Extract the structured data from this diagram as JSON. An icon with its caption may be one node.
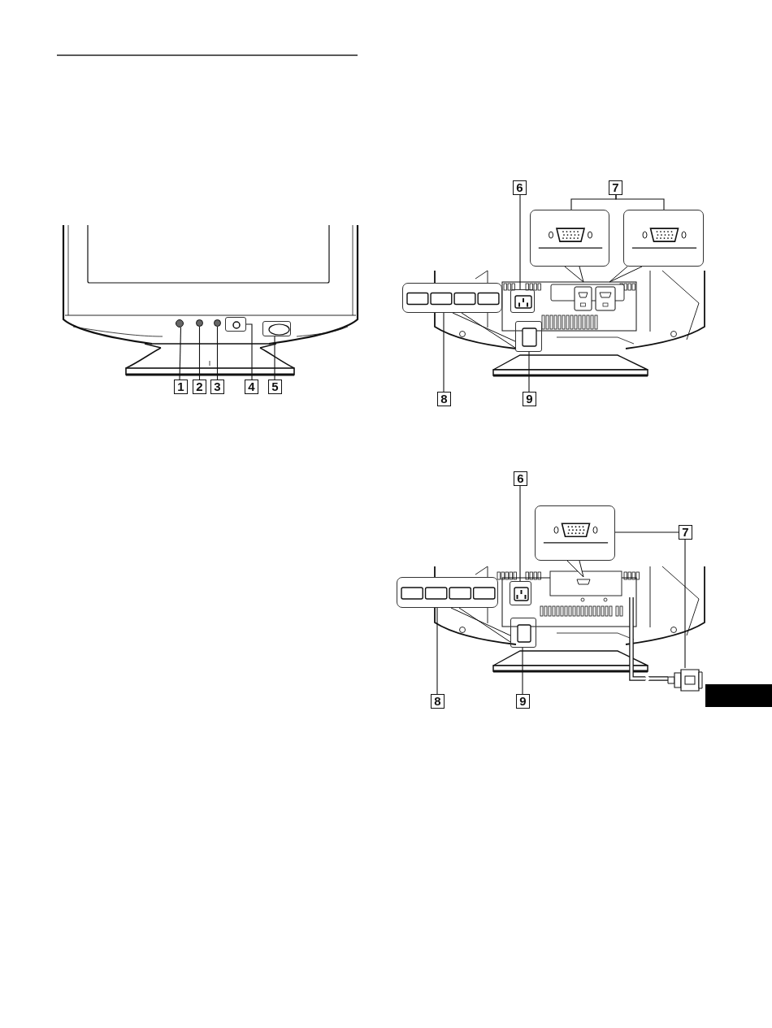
{
  "diagram": {
    "nodes": [
      {
        "text": [
          "1"
        ]
      },
      {
        "text": [
          "2"
        ]
      },
      {
        "text": [
          "3"
        ]
      },
      {
        "text": [
          "4"
        ]
      },
      {
        "text": [
          "5"
        ]
      },
      {
        "text": [
          "6"
        ]
      },
      {
        "text": [
          "7"
        ]
      },
      {
        "text": [
          "8"
        ]
      },
      {
        "text": [
          "9"
        ]
      },
      {
        "text": [
          "6"
        ]
      },
      {
        "text": [
          "7"
        ]
      },
      {
        "text": [
          "8"
        ]
      },
      {
        "text": [
          "9"
        ]
      },
      {
        "text": [],
        "shape": "circle"
      },
      {
        "text": [],
        "shape": "circle"
      },
      {
        "text": [],
        "shape": "circle"
      },
      {
        "text": [],
        "shape": "box"
      },
      {
        "text": [],
        "shape": "box"
      },
      {
        "text": [],
        "shape": "box"
      },
      {
        "text": [],
        "shape": "box"
      },
      {
        "text": [],
        "shape": "box"
      },
      {
        "text": [],
        "shape": "box"
      },
      {
        "text": [],
        "shape": "box"
      },
      {
        "text": [],
        "shape": "box"
      },
      {
        "text": [],
        "shape": "box"
      },
      {
        "text": [],
        "shape": "picture"
      },
      {
        "text": [],
        "shape": "box"
      },
      {
        "text": [],
        "shape": "box"
      },
      {
        "text": [],
        "shape": "bar"
      }
    ],
    "edges": [
      {
        "from": 0,
        "to": 13,
        "arrow": "none"
      },
      {
        "from": 1,
        "to": 14,
        "arrow": "none"
      },
      {
        "from": 2,
        "to": 15,
        "arrow": "none"
      },
      {
        "from": 3,
        "to": 16,
        "arrow": "none"
      },
      {
        "from": 4,
        "to": 17,
        "arrow": "none"
      },
      {
        "from": 5,
        "to": 18,
        "arrow": "none"
      },
      {
        "from": 6,
        "to": 19,
        "arrow": "none"
      },
      {
        "from": 6,
        "to": 20,
        "arrow": "none"
      },
      {
        "from": 7,
        "to": 21,
        "arrow": "none"
      },
      {
        "from": 8,
        "to": 22,
        "arrow": "none"
      },
      {
        "from": 9,
        "to": 23,
        "arrow": "none"
      },
      {
        "from": 10,
        "to": 24,
        "arrow": "none"
      },
      {
        "from": 10,
        "to": 25,
        "arrow": "none"
      },
      {
        "from": 11,
        "to": 26,
        "arrow": "none"
      },
      {
        "from": 12,
        "to": 27,
        "arrow": "none"
      }
    ]
  }
}
